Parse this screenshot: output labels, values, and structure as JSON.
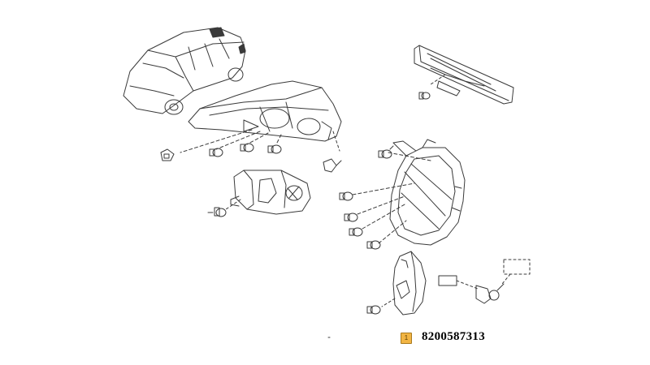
{
  "part": {
    "badge": "1",
    "number": "8200587313"
  },
  "colors": {
    "line": "#3a3a3a",
    "badge": "#f2b544"
  },
  "icons": [
    "car-illustration",
    "rear-lamp-assembly",
    "third-brake-light",
    "fog-lamp",
    "side-lamp-housing",
    "repeater-lamp",
    "bulb-icon",
    "connector-icon"
  ]
}
